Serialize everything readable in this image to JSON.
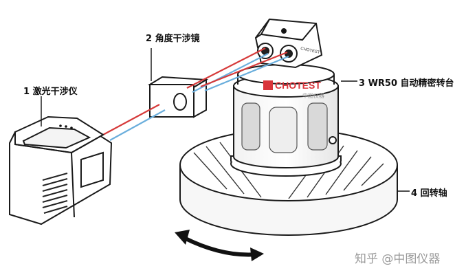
{
  "labels": {
    "interferometer": {
      "num": "1",
      "text": "激光干涉仪"
    },
    "mirror": {
      "num": "2",
      "text": "角度干涉镜"
    },
    "rotary_table": {
      "num": "3",
      "text": "WR50 自动精密转台"
    },
    "axis": {
      "num": "4",
      "text": "回转轴"
    }
  },
  "brand": {
    "logo": "CHOTEST",
    "sub": "中图仪器",
    "head_logo": "CHOTEST"
  },
  "watermark": "知乎 @中图仪器",
  "colors": {
    "laser_red": "#d63a3a",
    "laser_blue": "#6aaedc",
    "brand_red": "#d9343a"
  }
}
